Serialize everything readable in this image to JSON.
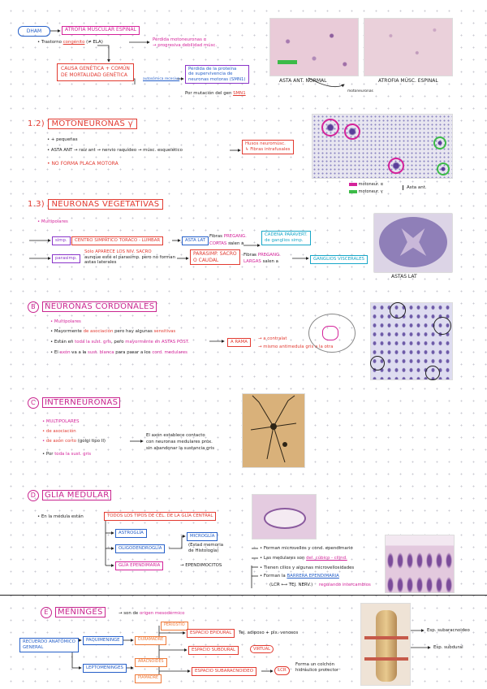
{
  "top": {
    "dham": "DHAM",
    "ame_title": "ATROFIA MUSCULAR ESPINAL",
    "trastorno": "• Trastorno",
    "congenito": "congénito",
    "ela": "(≠ ELA)",
    "perdida": "Pérdida motoneuronas α",
    "progresiva": "→ progresiva debilidad músc.",
    "causa": "CAUSA GENÉTICA + COMÚN",
    "mortalidad": "DE MORTALIDAD GENÉTICA",
    "autosomica": "autosómica recesiva",
    "perdida_prot1": "Pérdida de la proteína",
    "perdida_prot2": "de supervivencia de",
    "perdida_prot3": "neuronas motoras (SMN1)",
    "mutacion": "Por mutación del gen",
    "gen": "SMN1",
    "asta_normal": "ASTA ANT. NORMAL",
    "motoneuronas": "motoneuronas",
    "atrofia": "ATROFIA MÚSC. ESPINAL"
  },
  "s12": {
    "num": "1.2)",
    "title": "MOTONEURONAS γ",
    "b1": "• + pequeñas",
    "b2_pre": "• ASTA ANT",
    "b2_mid": "→ raíz ant → nervio raquídeo →",
    "b2_musc": "músc. esquelético",
    "husos": "Husos neuromúsc.",
    "fibras": "↳ Fibras intrafusales",
    "no_placa": "• NO FORMA PLACA MOTORA",
    "leg_a": "motoneur. α",
    "leg_g": "motoneur. γ",
    "asta_ant": "Asta ant."
  },
  "s13": {
    "num": "1.3)",
    "title": "NEURONAS VEGETATIVAS",
    "bullet": "• Multipolares",
    "simp": "simp.",
    "centro": "CENTRO SIMPÁTICO TORACO - LUMBAR",
    "asta_lat": "ASTA LAT",
    "fibras_pre": "Fibras",
    "prega": "PREGANG.",
    "cortas": "CORTAS",
    "salen": "salen a",
    "cadena1": "CADENA PARAVERT.",
    "cadena2": "de ganglios simp.",
    "parasimp": "parasimp.",
    "solo1": "Sólo APARECE LOS NIV. SACRO",
    "solo2": "aunque esté el parasimp. pero no forman",
    "solo3": "astas laterales",
    "parasacro1": "PARASIMP. SACRO",
    "parasacro2": "O CAUDAL",
    "largas": "LARGAS",
    "salen2": "salen a",
    "ganglios": "GANGLIOS VISCERALES",
    "astas_lat": "ASTAS LAT"
  },
  "sB": {
    "letter": "B",
    "title": "NEURONAS CORDONALES",
    "b1": "• Multipolares",
    "b2_pre": "• Mayormente",
    "b2_asoc": "de asociación",
    "b2_post": "pero hay algunas",
    "b2_sens": "sensitivas",
    "b3_pre": "• Están en",
    "b3_toda": "toda la sust. gris",
    "b3_mid": ", pero",
    "b3_may": "mayormente en ASTAS POST.",
    "b4_pre": "• El",
    "b4_axon": "axón",
    "b4_mid": "va a la",
    "b4_sust": "sust. blanca",
    "b4_post": "para pasar a los",
    "b4_cord": "cord. medulares",
    "a_rama": "A RAMA",
    "a_contra": "→ a contralat",
    "a_mismo": "→ mismo antimedula",
    "a_gris": "gris a la otra"
  },
  "sC": {
    "letter": "C",
    "title": "INTERNEURONAS",
    "b1": "• MULTIPOLARES",
    "b2": "• de asociación",
    "b3_mark": "•",
    "b3_axon": "de axón corto",
    "b3_golgi": "(golgi tipo II)",
    "b4_pre": "• Por",
    "b4_toda": "toda la sust. gris",
    "c1": "El axón establece contacto",
    "c2": "con neuronas medulares próx.",
    "c3": "sin abandonar la sustancia gris"
  },
  "sD": {
    "letter": "D",
    "title": "GLÍA MEDULAR",
    "b1": "• En la médula están",
    "todos": "TODOS LOS TIPOS DE CÉL. DE LA GLÍA CENTRAL",
    "astroglia": "ASTROGLÍA",
    "oligo": "OLIGODENDROGLÍA",
    "micro": "MICROGLÍA",
    "nota1": "(Estad memoria",
    "nota2": "de Histología)",
    "epend": "GLÍA EPENDIMARIA",
    "ependimocitos": "→ EPENDIMOCITOS",
    "e1": "• Forman microvellos y cond. ependimario",
    "e2_pre": "• Las medulares son",
    "e2_hl": "del. cúbico - cilind.",
    "e3": "• Tienen cilios y algunas microvellosidades",
    "e4_pre": "• Forman la",
    "e4_hl": "BARRERA EPENDIMARIA",
    "e5": "(LCR ⟷ TEJ. NERV.)",
    "e6": "regulando intercambios"
  },
  "sE": {
    "letter": "E",
    "title": "MENINGES",
    "origen_pre": "→ son de",
    "origen": "origen mesodérmico",
    "recuerdo1": "RECUERDO ANATÓMICO",
    "recuerdo2": "GENERAL",
    "paquimeninge": "PAQUIMENINGE",
    "leptomeninges": "LEPTOMENINGES",
    "periostio": "PERIOSTIO",
    "duramadre": "DURAMADRE",
    "aracnoides": "ARACNOIDES",
    "piamadre": "PIAMADRE",
    "epidural": "ESPACIO EPIDURAL",
    "epidural_note": "Tej. adiposo + plx. venosos",
    "subdural": "ESPACIO SUBDURAL",
    "virtual": "VIRTUAL",
    "subaracnoideo": "ESPACIO SUBARACNOIDEO",
    "lcr": "LCR",
    "lcr_note1": "Forma un colchón",
    "lcr_note2": "hidráulico protector",
    "esp_sub": "Esp. subaracnoideo",
    "esp_subdural": "Esp. subdural"
  },
  "colors": {
    "magenta": "#d4239a",
    "red": "#e23a30",
    "blue": "#2660c9",
    "cyan": "#18a7c8",
    "purple": "#8a35c9",
    "orange": "#ee7a3a",
    "green": "#3cbb48"
  }
}
